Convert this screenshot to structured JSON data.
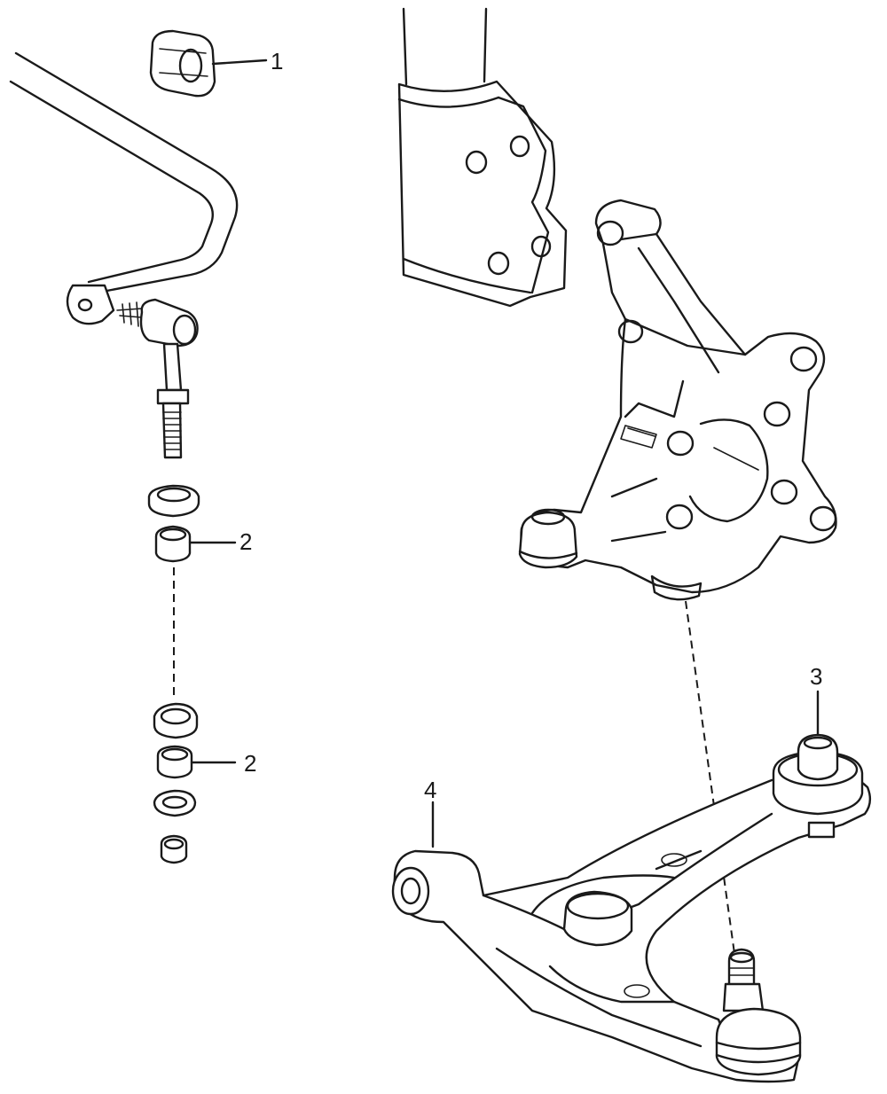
{
  "callouts": [
    {
      "id": "1",
      "label": "1"
    },
    {
      "id": "2a",
      "label": "2"
    },
    {
      "id": "2b",
      "label": "2"
    },
    {
      "id": "3",
      "label": "3"
    },
    {
      "id": "4",
      "label": "4"
    }
  ],
  "colors": {
    "line": "#1a1a1a",
    "background": "#ffffff"
  }
}
